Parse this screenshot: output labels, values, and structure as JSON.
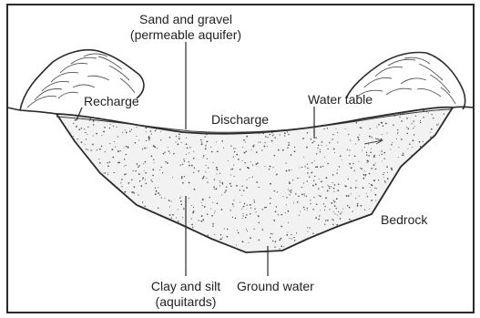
{
  "labels": {
    "sand_gravel_line1": "Sand and gravel",
    "sand_gravel_line2": "(permeable aquifer)",
    "recharge": "Recharge",
    "discharge": "Discharge",
    "water_table": "Water table",
    "bedrock": "Bedrock",
    "clay_silt_line1": "Clay and silt",
    "clay_silt_line2": "(aquitards)",
    "ground_water": "Ground water"
  },
  "colors": {
    "line": "#2a2a2a",
    "aquifer_fill": "#f2f2f2",
    "background": "#ffffff"
  }
}
